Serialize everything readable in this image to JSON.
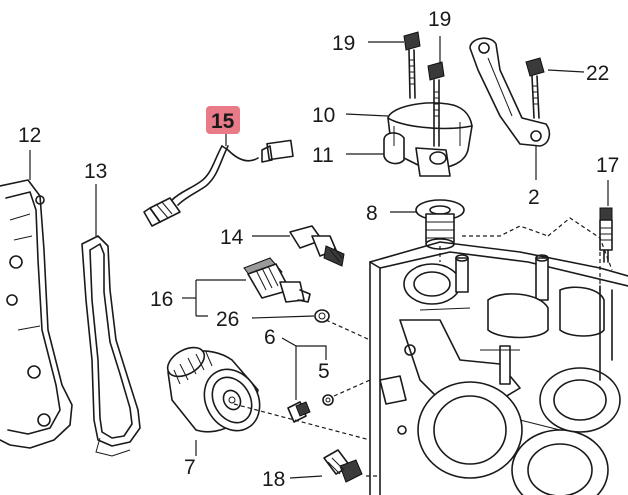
{
  "highlight_color": "#e87b87",
  "callouts": {
    "c19a": "19",
    "c19b": "19",
    "c22": "22",
    "c15": "15",
    "c10": "10",
    "c12": "12",
    "c11": "11",
    "c17": "17",
    "c13": "13",
    "c2": "2",
    "c8": "8",
    "c14": "14",
    "c16": "16",
    "c26": "26",
    "c6": "6",
    "c5": "5",
    "c7": "7",
    "c18": "18"
  },
  "highlighted_part": "15"
}
